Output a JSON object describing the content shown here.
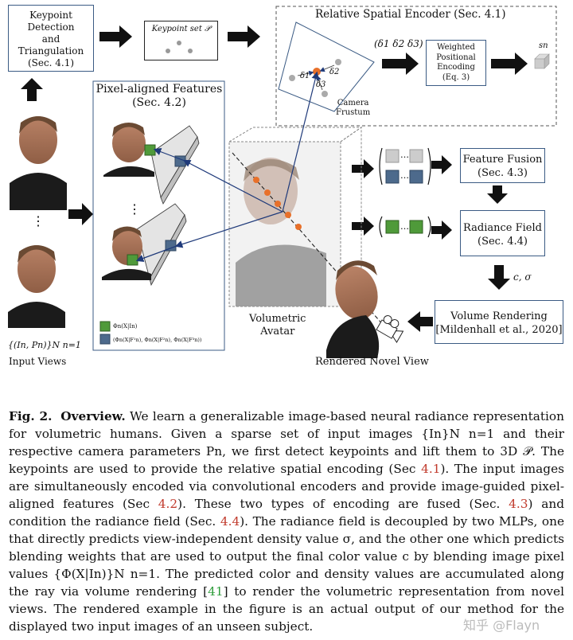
{
  "diagram": {
    "keypoint_box": "Keypoint Detection and Triangulation (Sec. 4.1)",
    "keypoint_box_lines": [
      "Keypoint",
      "Detection",
      "and",
      "Triangulation",
      "(Sec. 4.1)"
    ],
    "keypoint_set": "Keypoint set 𝒫",
    "rse_title": "Relative Spatial Encoder (Sec. 4.1)",
    "delta1": "δ1",
    "delta2": "δ2",
    "delta3": "δ3",
    "camera_frustum_lines": [
      "Camera",
      "Frustum"
    ],
    "deltas_tuple": "(δ1 δ2 δ3)",
    "wpe_lines": [
      "Weighted",
      "Positional",
      "Encoding",
      "(Eq. 3)"
    ],
    "sn": "sn",
    "paf_title_lines": [
      "Pixel-aligned Features",
      "(Sec. 4.2)"
    ],
    "input_views_set": "{(In, Pn)}N n=1",
    "input_views": "Input Views",
    "phi_label": "Φn(X|In)",
    "phi_tuple": "(Φn(X|F¹n), Φn(X|F²n), Φn(X|F³n))",
    "volumetric_avatar_lines": [
      "Volumetric",
      "Avatar"
    ],
    "rendered_novel_view": "Rendered Novel View",
    "feature_fusion_lines": [
      "Feature Fusion",
      "(Sec. 4.3)"
    ],
    "radiance_field_lines": [
      "Radiance Field",
      "(Sec. 4.4)"
    ],
    "c_sigma": "c, σ",
    "volume_rendering_lines": [
      "Volume Rendering",
      "[Mildenhall et al., 2020]"
    ]
  },
  "caption": {
    "fig_label": "Fig. 2.",
    "fig_title": "Overview.",
    "text_1": " We learn a generalizable image-based neural radiance representation for volumetric humans. Given a sparse set of input images {In}N n=1 and their respective camera parameters Pn, we first detect keypoints and lift them to 3D 𝒫. The keypoints are used to provide the relative spatial encoding (Sec ",
    "ref_1": "4.1",
    "text_2": "). The input images are simultaneously encoded via convolutional encoders and provide image-guided pixel-aligned features (Sec ",
    "ref_2": "4.2",
    "text_3": "). These two types of encoding are fused (Sec. ",
    "ref_3": "4.3",
    "text_4": ") and condition the radiance field (Sec. ",
    "ref_4": "4.4",
    "text_5": "). The radiance field is decoupled by two MLPs, one that directly predicts view-independent density value σ, and the other one which predicts blending weights that are used to output the final color value c by blending image pixel values {Φ(X|In)}N n=1. The predicted color and density values are accumulated along the ray via volume rendering [",
    "ref_5": "41",
    "text_6": "] to render the volumetric representation from novel views. The rendered example in the figure is an actual output of our method for the displayed two input images of an unseen subject."
  },
  "watermark": "知乎 @Flayn",
  "colors": {
    "box_border": "#3b5b84",
    "arrow": "#111111",
    "ray": "#1f3a7a",
    "keypoint_orange": "#e8702a",
    "feat_green": "#4f9a3a",
    "feat_blue": "#4d6a8c",
    "ref_red": "#c0392b",
    "ref_green": "#2e9d3b"
  }
}
